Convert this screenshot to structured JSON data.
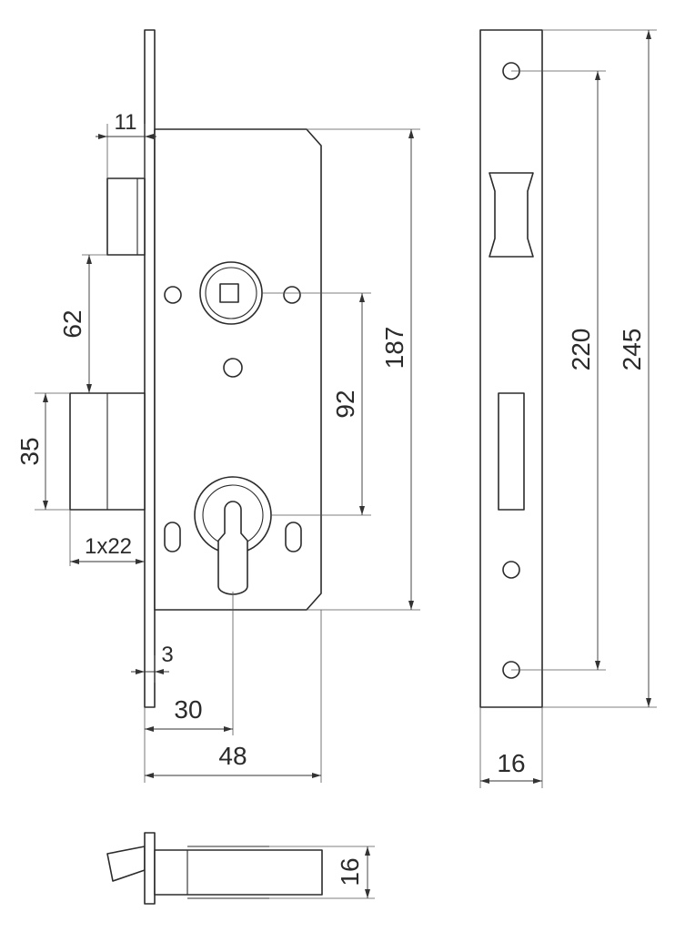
{
  "dimensions": {
    "latch_thickness": "11",
    "latch_to_bolt": "62",
    "bolt_height": "35",
    "bolt_throw": "1x22",
    "faceplate_offset": "3",
    "backset": "30",
    "case_depth": "48",
    "follower_to_cylinder": "92",
    "case_height": "187",
    "screw_spacing": "220",
    "faceplate_length": "245",
    "faceplate_width": "16",
    "thickness": "16"
  }
}
